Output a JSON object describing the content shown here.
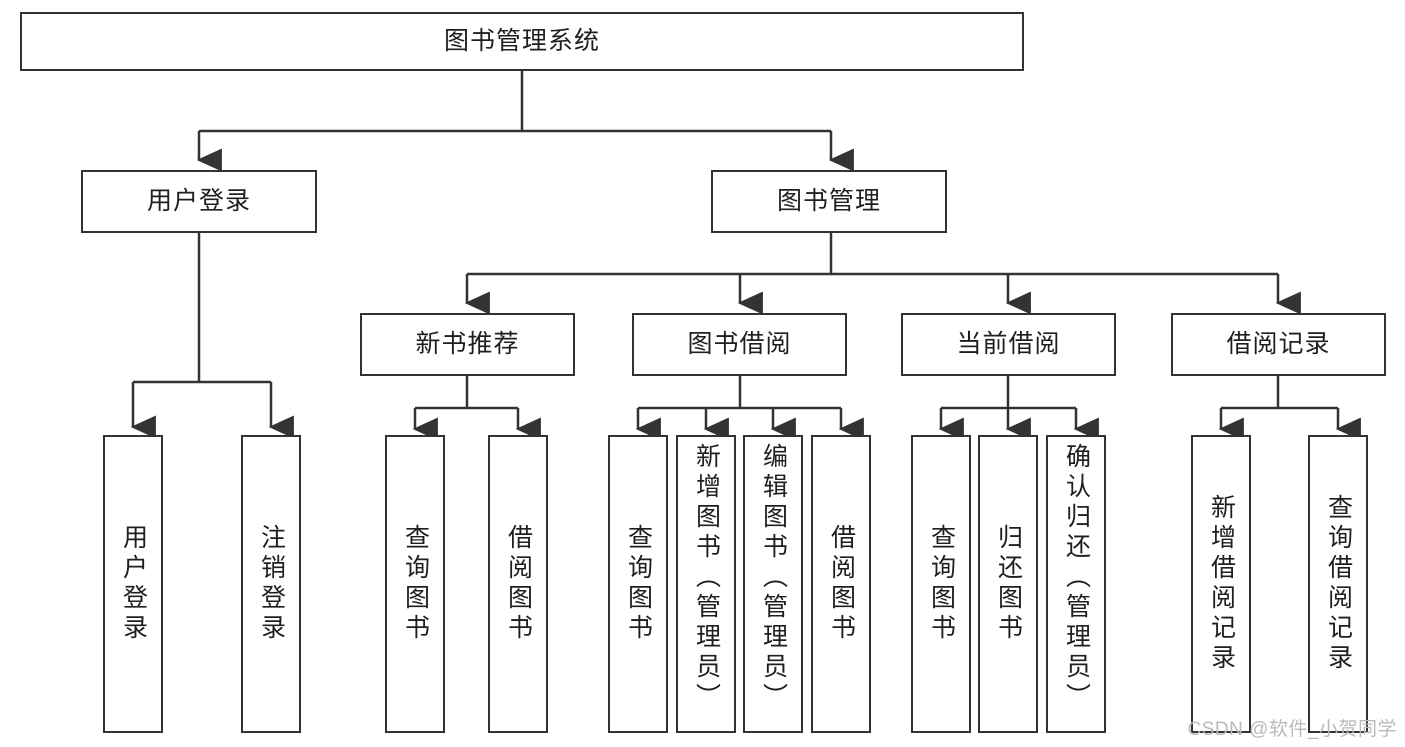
{
  "diagram": {
    "title": "图书管理系统",
    "type": "hierarchy-tree",
    "stroke_color": "#333333",
    "fill_color": "#ffffff",
    "text_color": "#1f1f1f",
    "watermark": "CSDN @软件_小贺同学"
  },
  "nodes": {
    "root": {
      "label": "图书管理系统"
    },
    "level2": [
      {
        "label": "用户登录"
      },
      {
        "label": "图书管理"
      }
    ],
    "level3": [
      {
        "label": "新书推荐"
      },
      {
        "label": "图书借阅"
      },
      {
        "label": "当前借阅"
      },
      {
        "label": "借阅记录"
      }
    ],
    "leaves": {
      "user_login": [
        {
          "label": "用户登录"
        },
        {
          "label": "注销登录"
        }
      ],
      "new_book_recommend": [
        {
          "label": "查询图书"
        },
        {
          "label": "借阅图书"
        }
      ],
      "book_borrow": [
        {
          "label": "查询图书"
        },
        {
          "label": "新增图书（管理员）"
        },
        {
          "label": "编辑图书（管理员）"
        },
        {
          "label": "借阅图书"
        }
      ],
      "current_borrow": [
        {
          "label": "查询图书"
        },
        {
          "label": "归还图书"
        },
        {
          "label": "确认归还（管理员）"
        }
      ],
      "borrow_record": [
        {
          "label": "新增借阅记录"
        },
        {
          "label": "查询借阅记录"
        }
      ]
    }
  }
}
